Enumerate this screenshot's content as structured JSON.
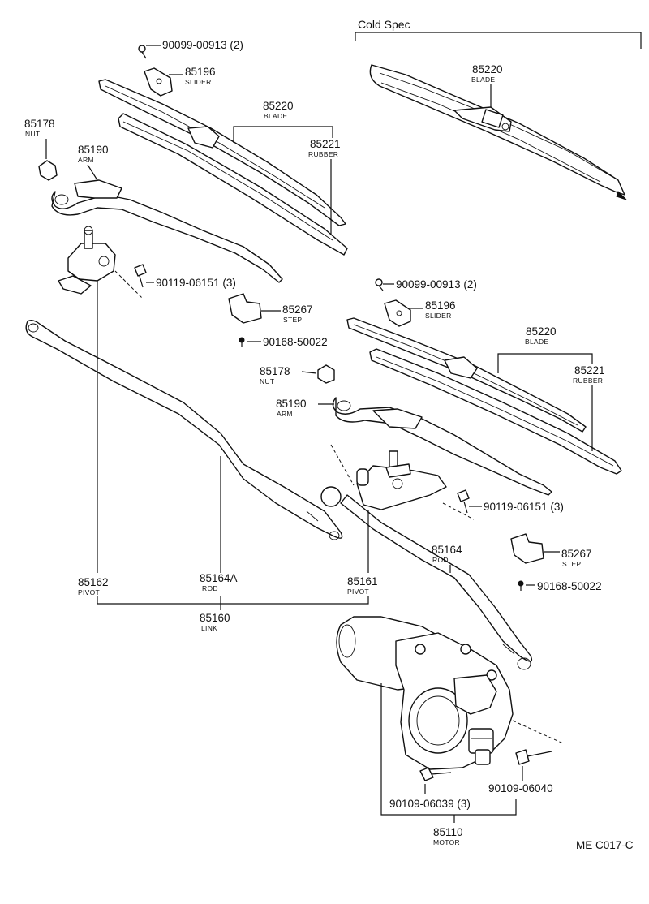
{
  "diagram": {
    "cold_spec_header": "Cold Spec",
    "ref_code": "ME C017-C",
    "parts": {
      "screw_slider_left": {
        "number": "90099-00913 (2)"
      },
      "slider_left": {
        "number": "85196",
        "label": "SLIDER"
      },
      "blade_left": {
        "number": "85220",
        "label": "BLADE"
      },
      "rubber_left": {
        "number": "85221",
        "label": "RUBBER"
      },
      "nut_left": {
        "number": "85178",
        "label": "NUT"
      },
      "arm_left": {
        "number": "85190",
        "label": "ARM"
      },
      "bolt_pivot_left": {
        "number": "90119-06151 (3)"
      },
      "step_left": {
        "number": "85267",
        "label": "STEP"
      },
      "screw_step_left": {
        "number": "90168-50022"
      },
      "blade_cold": {
        "number": "85220",
        "label": "BLADE"
      },
      "screw_slider_right": {
        "number": "90099-00913 (2)"
      },
      "slider_right": {
        "number": "85196",
        "label": "SLIDER"
      },
      "blade_right": {
        "number": "85220",
        "label": "BLADE"
      },
      "rubber_right": {
        "number": "85221",
        "label": "RUBBER"
      },
      "nut_right": {
        "number": "85178",
        "label": "NUT"
      },
      "arm_right": {
        "number": "85190",
        "label": "ARM"
      },
      "bolt_pivot_right": {
        "number": "90119-06151 (3)"
      },
      "rod_right": {
        "number": "85164",
        "label": "ROD"
      },
      "step_right": {
        "number": "85267",
        "label": "STEP"
      },
      "screw_step_right": {
        "number": "90168-50022"
      },
      "pivot_left": {
        "number": "85162",
        "label": "PIVOT"
      },
      "rod_main": {
        "number": "85164A",
        "label": "ROD"
      },
      "pivot_right": {
        "number": "85161",
        "label": "PIVOT"
      },
      "link": {
        "number": "85160",
        "label": "LINK"
      },
      "bolt_motor_a": {
        "number": "90109-06039 (3)"
      },
      "bolt_motor_b": {
        "number": "90109-06040"
      },
      "motor": {
        "number": "85110",
        "label": "MOTOR"
      }
    }
  }
}
